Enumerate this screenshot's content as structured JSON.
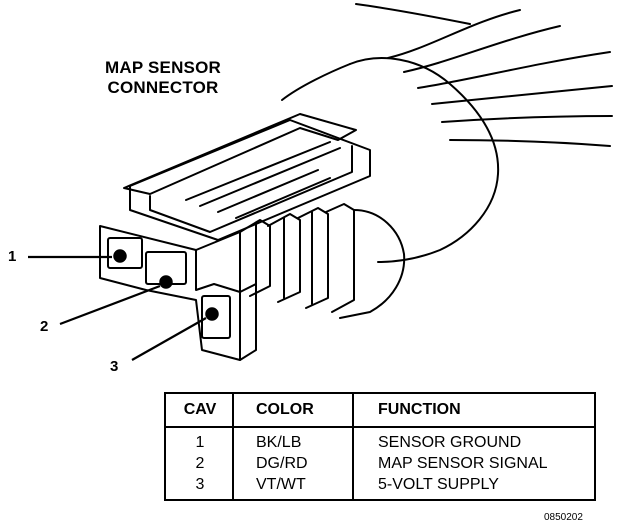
{
  "title": {
    "line1": "MAP SENSOR",
    "line2": "CONNECTOR"
  },
  "callouts": [
    "1",
    "2",
    "3"
  ],
  "pin_table": {
    "headers": [
      "CAV",
      "COLOR",
      "FUNCTION"
    ],
    "rows": [
      {
        "cav": "1",
        "color": "BK/LB",
        "function": "SENSOR GROUND"
      },
      {
        "cav": "2",
        "color": "DG/RD",
        "function": "MAP SENSOR SIGNAL"
      },
      {
        "cav": "3",
        "color": "VT/WT",
        "function": "5-VOLT SUPPLY"
      }
    ]
  },
  "figure_id": "0850202"
}
